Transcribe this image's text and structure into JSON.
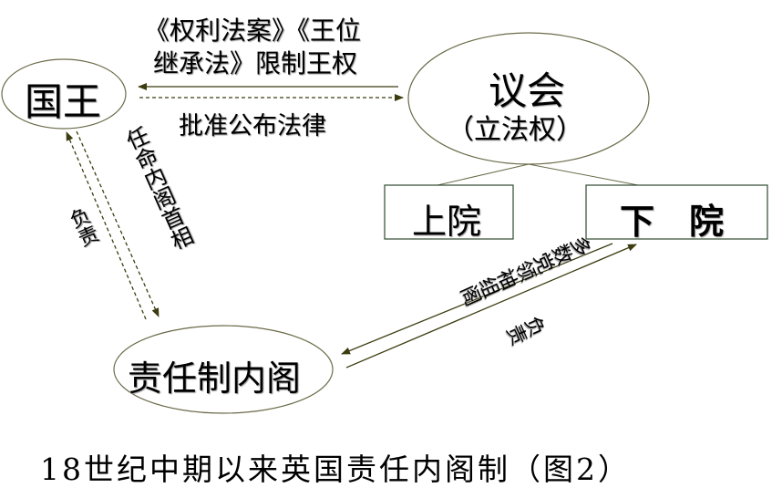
{
  "nodes": {
    "king": "国王",
    "parliament": "议会",
    "parliament_sub": "（立法权）",
    "upper_house": "上院",
    "lower_house": "下　院",
    "cabinet": "责任制内阁"
  },
  "edges": {
    "parliament_to_king_line1": "《权利法案》《王位",
    "parliament_to_king_line2": "继承法》限制王权",
    "king_to_parliament": "批准公布法律",
    "king_to_cabinet": "任命内阁首相",
    "cabinet_to_king": "负责",
    "lower_to_cabinet": "多数党领袖组阁",
    "cabinet_to_lower": "负责"
  },
  "caption": "18世纪中期以来英国责任内阁制（图2）",
  "colors": {
    "line": "#3c3c10",
    "ellipse": "#6b6b4a"
  }
}
